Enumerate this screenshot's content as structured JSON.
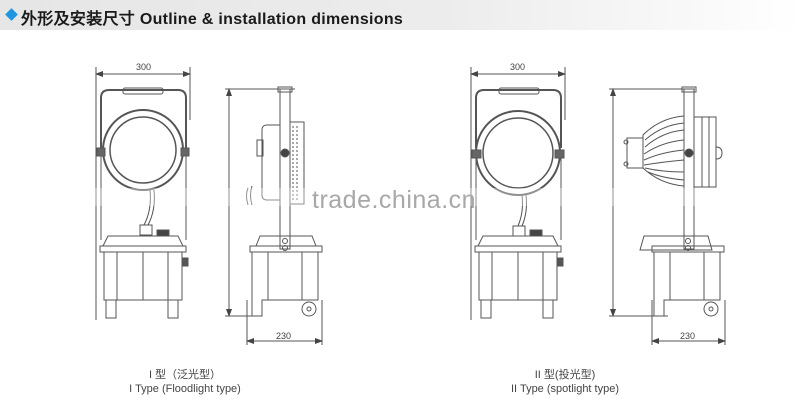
{
  "header": {
    "icon": "diamond-bullet-icon",
    "accent_color": "#2196e0",
    "title": "外形及安装尺寸 Outline & installation dimensions"
  },
  "figures": [
    {
      "id": "type-1",
      "dimensions": {
        "width": "300",
        "depth": "230"
      },
      "caption_cn": "I 型（泛光型）",
      "caption_en": "I Type (Floodlight type)"
    },
    {
      "id": "type-2",
      "dimensions": {
        "width": "300",
        "depth": "230"
      },
      "caption_cn": "II 型(投光型)",
      "caption_en": "II Type  (spotlight type)"
    }
  ],
  "watermark": "trade.china.cn"
}
